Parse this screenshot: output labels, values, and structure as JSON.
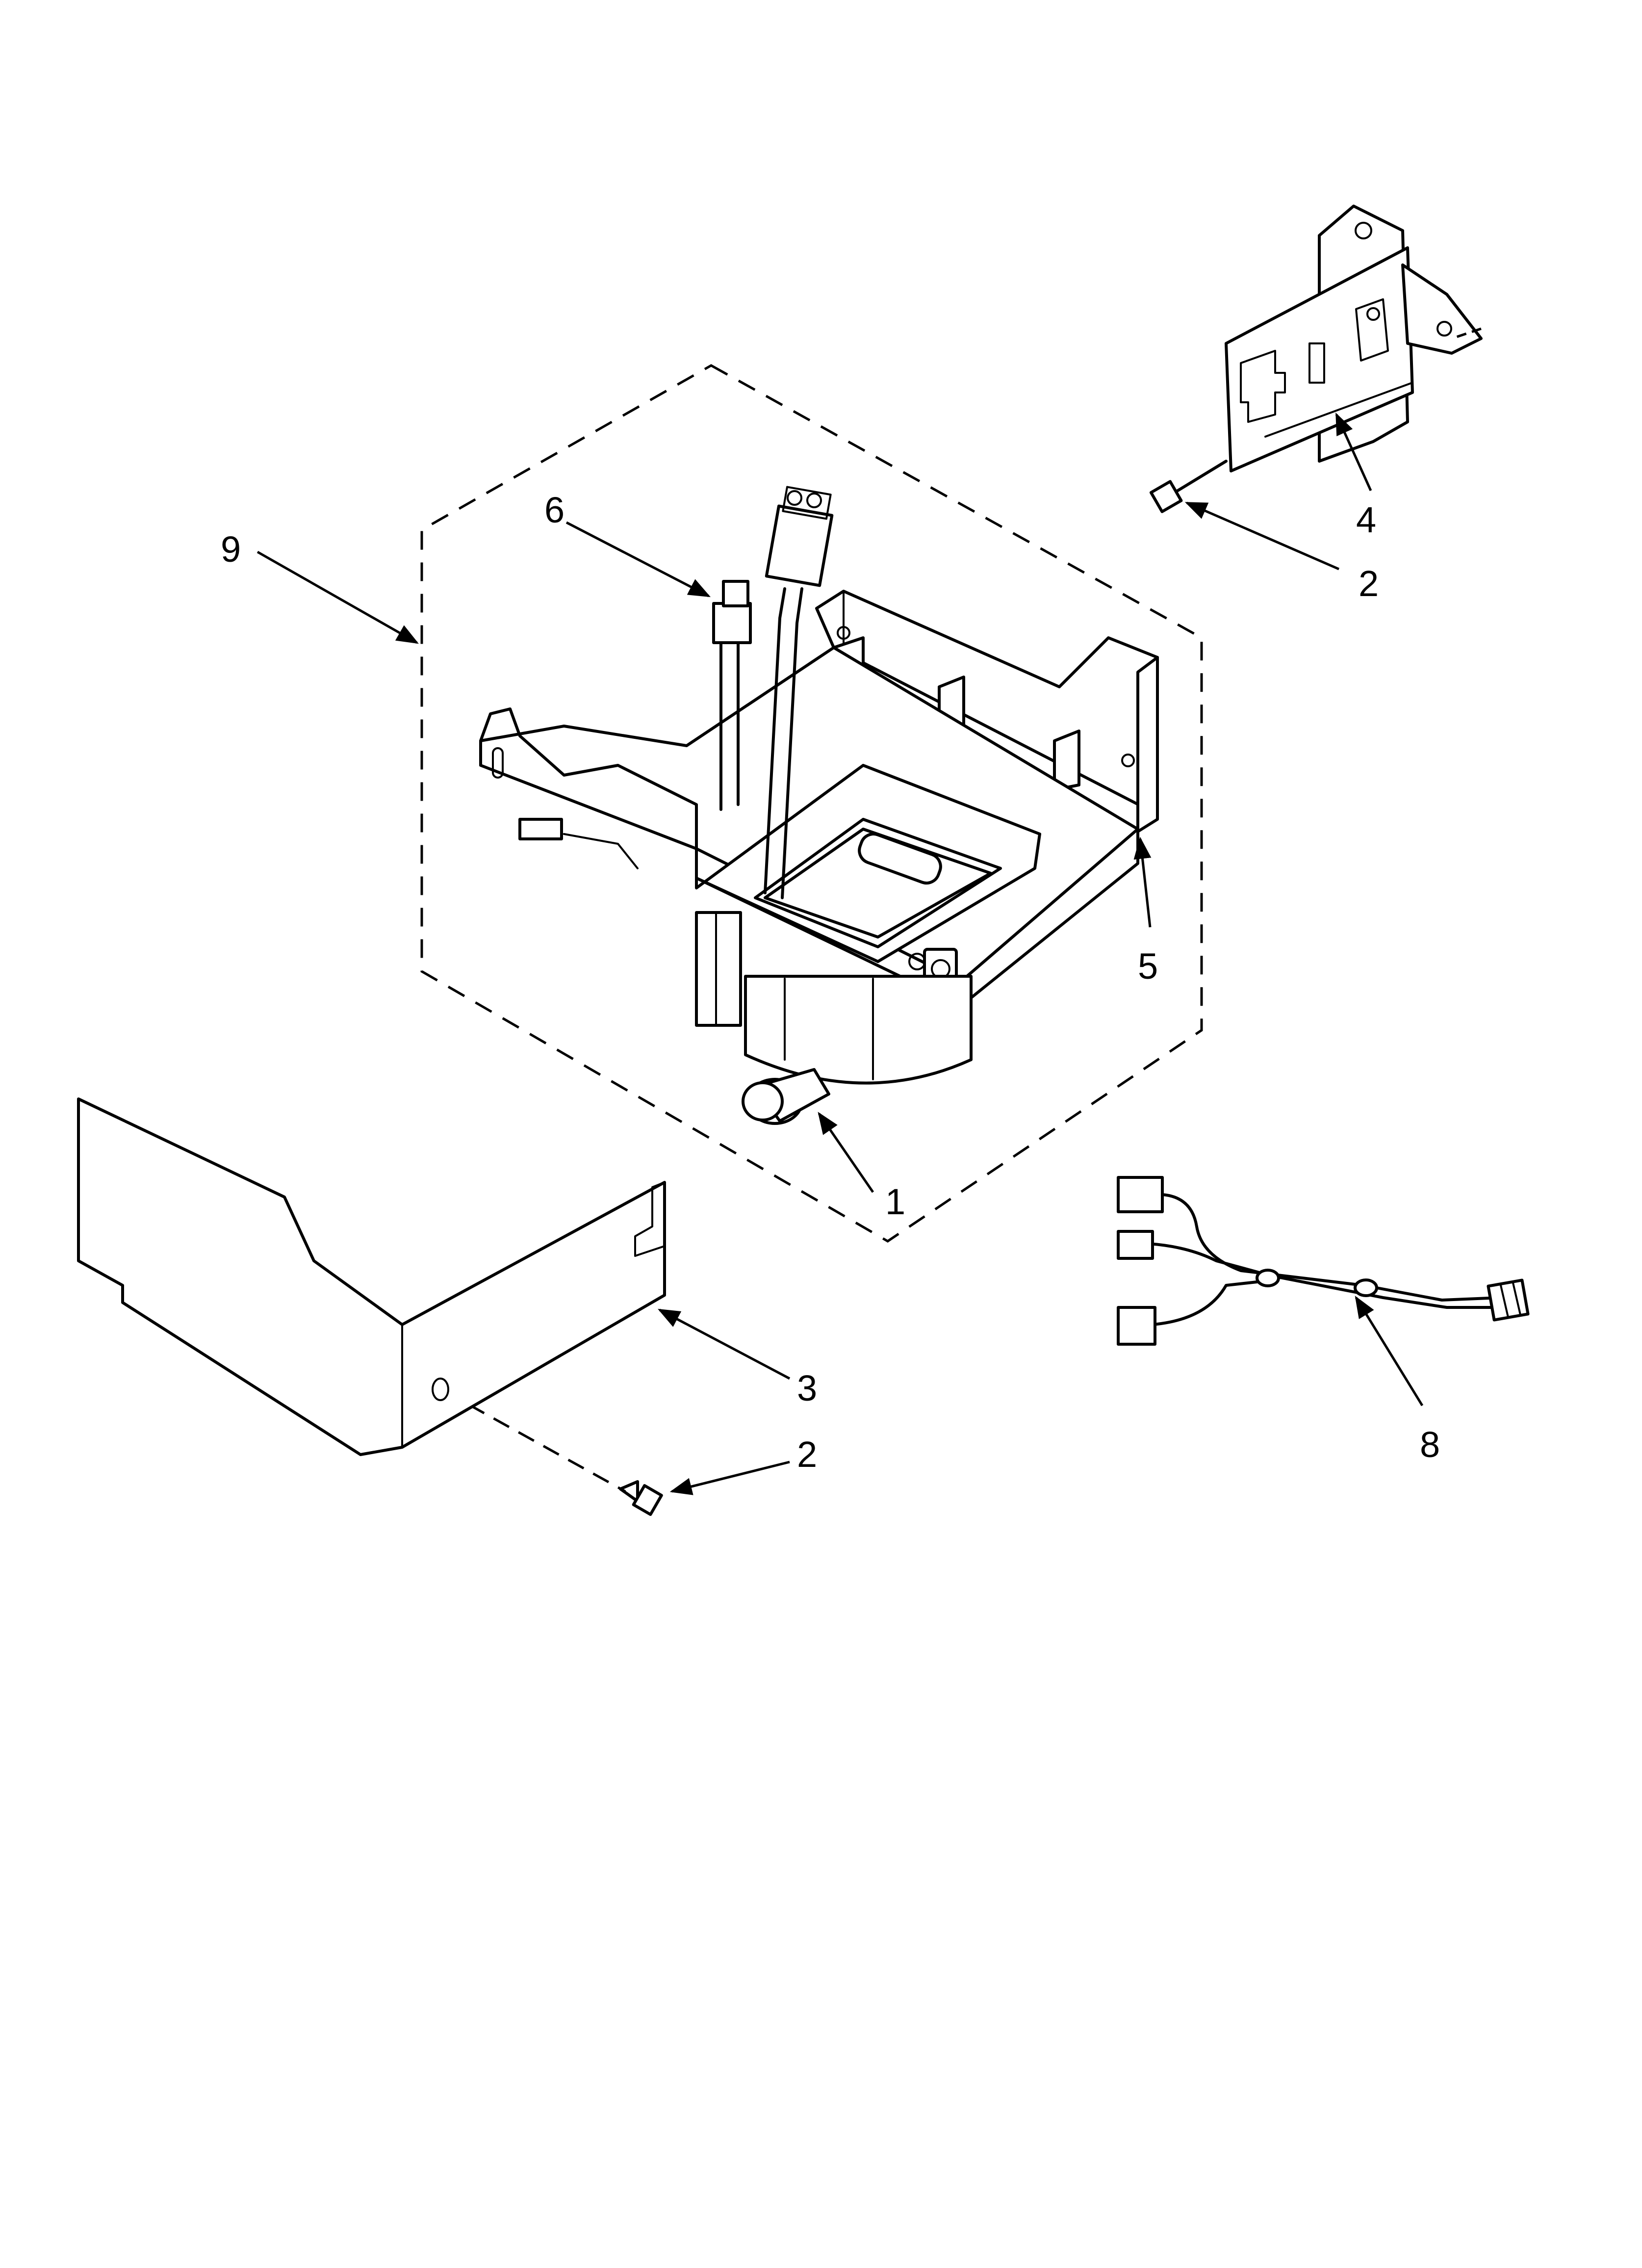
{
  "callouts": {
    "c1": "1",
    "c2_top": "2",
    "c2_bottom": "2",
    "c3": "3",
    "c4": "4",
    "c5": "5",
    "c6": "6",
    "c8": "8",
    "c9": "9"
  },
  "parts": [
    {
      "ref": "1",
      "name": "pump-motor-icon"
    },
    {
      "ref": "2",
      "name": "screw-icon"
    },
    {
      "ref": "3",
      "name": "cover-panel-icon"
    },
    {
      "ref": "4",
      "name": "mounting-bracket-icon"
    },
    {
      "ref": "5",
      "name": "pump-tray-icon"
    },
    {
      "ref": "6",
      "name": "wire-connector-icon"
    },
    {
      "ref": "8",
      "name": "wire-harness-icon"
    },
    {
      "ref": "9",
      "name": "pump-assembly-group-icon"
    }
  ]
}
